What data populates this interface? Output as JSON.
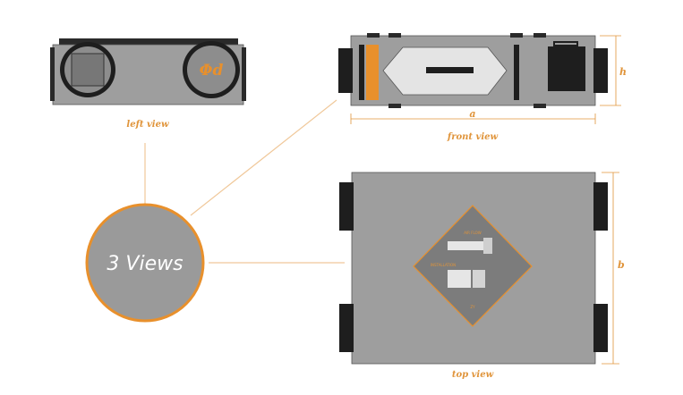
{
  "labels": {
    "left_view": "left view",
    "front_view": "front view",
    "top_view": "top view",
    "three_views": "3 Views"
  },
  "dimensions": {
    "a": "a",
    "h": "h",
    "b": "b"
  },
  "duct_symbol": "Φd",
  "plate": {
    "label_top": "AIR FLOW",
    "label_bottom": "INSTALLATION",
    "mark": "ZY"
  },
  "colors": {
    "accent": "#e8902c",
    "body_gray": "#9e9e9e",
    "dark": "#2a2a2a",
    "circle_gray": "#9a9a9a"
  }
}
